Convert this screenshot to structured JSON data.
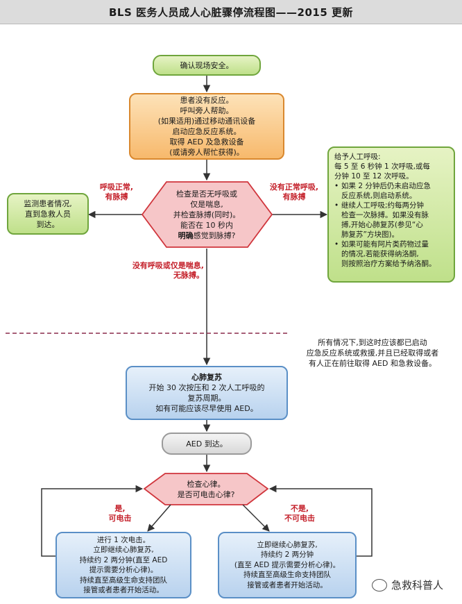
{
  "title": "BLS 医务人员成人心脏骤停流程图——2015 更新",
  "step1": "确认现场安全。",
  "step2": [
    "患者没有反应。",
    "呼叫旁人帮助。",
    "(如果适用)通过移动通讯设备",
    "启动应急反应系统。",
    "取得 AED 及急救设备",
    "(或请旁人帮忙获得)。"
  ],
  "decision1": {
    "lines": [
      "检查是否无呼吸或",
      "仅是喘息,",
      "并检查脉搏(同时)。",
      "能否在 10 秒内"
    ],
    "last_bold": "明确",
    "last_rest": "感觉到脉搏?"
  },
  "left_label": [
    "呼吸正常,",
    "有脉搏"
  ],
  "left_box": [
    "监测患者情况,",
    "直到急救人员",
    "到达。"
  ],
  "right_label": [
    "没有正常呼吸,",
    "有脉搏"
  ],
  "right_box": {
    "intro": [
      "给予人工呼吸:",
      "每 5 至 6 秒钟 1 次呼吸,或每",
      "分钟 10 至 12 次呼吸。"
    ],
    "bullets": [
      [
        "如果 2 分钟后仍未启动应急",
        "反应系统,则启动系统。"
      ],
      [
        "继续人工呼吸;约每两分钟",
        "检查一次脉搏。如果没有脉",
        "搏,开始心肺复苏(参见“心",
        "肺复苏”方块图)。"
      ],
      [
        "如果可能有阿片类药物过量",
        "的情况,若能获得纳洛酮,",
        "则按照治疗方案给予纳洛酮。"
      ]
    ]
  },
  "down_label": [
    "没有呼吸或仅是喘息,",
    "无脉搏。"
  ],
  "divider_note": [
    "所有情况下,到这时应该都已启动",
    "应急反应系统或救援,并且已经取得或者",
    "有人正在前往取得 AED 和急救设备。"
  ],
  "cpr_box": {
    "title": "心肺复苏",
    "lines": [
      "开始 30 次按压和 2 次人工呼吸的",
      "复苏周期。",
      "如有可能应该尽早使用 AED。"
    ]
  },
  "aed_arrives": "AED 到达。",
  "decision2": [
    "检查心律。",
    "是否可电击心律?"
  ],
  "yes_label": [
    "是,",
    "可电击"
  ],
  "no_label": [
    "不是,",
    "不可电击"
  ],
  "shock_box": [
    "进行 1 次电击。",
    "立即继续心肺复苏,",
    "持续约 2 两分钟(直至 AED",
    "提示需要分析心律)。",
    "持续直至高级生命支持团队",
    "接管或者患者开始活动。"
  ],
  "noshock_box": [
    "立即继续心肺复苏,",
    "持续约 2 两分钟",
    "(直至 AED 提示需要分析心律)。",
    "持续直至高级生命支持团队",
    "接管或者患者开始活动。"
  ],
  "watermark": "急救科普人",
  "colors": {
    "red_label": "#c4202a",
    "diamond_fill": "#f6c6c8",
    "diamond_stroke": "#d0353c",
    "divider": "#8a2a4a"
  }
}
